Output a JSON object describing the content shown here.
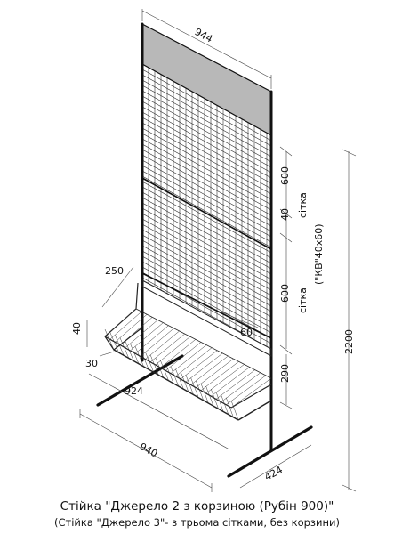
{
  "dimensions": {
    "top_width": "944",
    "mesh_upper_height": "600",
    "mesh_gap": "40",
    "mesh_lower_height": "600",
    "mesh_label": "сітка",
    "mesh_type": "(\"КВ\"40x60)",
    "total_height": "2200",
    "basket_depth": "250",
    "basket_side_height": "40",
    "basket_lip": "30",
    "basket_mesh": "60",
    "basket_width": "924",
    "basket_height": "290",
    "base_width": "940",
    "base_depth": "424"
  },
  "caption": {
    "title": "Стійка \"Джерело 2 з корзиною (Рубін 900)\"",
    "subtitle": "(Стійка \"Джерело 3\"- з трьома сітками, без корзини)"
  },
  "colors": {
    "header_panel": "#b8b8b8",
    "frame": "#111111",
    "line": "#333333"
  }
}
